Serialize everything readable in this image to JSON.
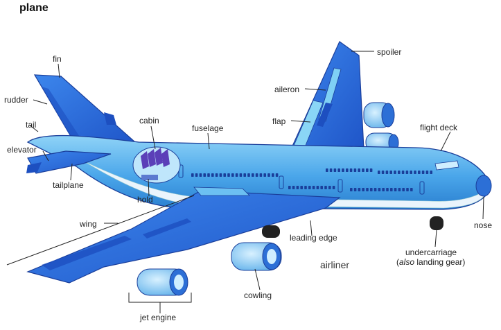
{
  "title": "plane",
  "caption": "airliner",
  "labels": {
    "fin": "fin",
    "rudder": "rudder",
    "tail": "tail",
    "elevator": "elevator",
    "tailplane": "tailplane",
    "cabin": "cabin",
    "hold": "hold",
    "fuselage": "fuselage",
    "spoiler": "spoiler",
    "aileron": "aileron",
    "flap": "flap",
    "flight_deck": "flight deck",
    "nose": "nose",
    "wing": "wing",
    "leading_edge": "leading edge",
    "undercarriage": "undercarriage",
    "also_prefix": "(",
    "also": "also",
    "landing_gear": " landing gear)",
    "cowling": "cowling",
    "jet_engine": "jet engine"
  },
  "colors": {
    "body_light": "#6cc0f2",
    "body_mid": "#4aa6ea",
    "wing_blue": "#2f6fe0",
    "wing_dark": "#1d4fc0",
    "belly": "#e9f3fb",
    "engine": "#9fd9f7",
    "line": "#222222"
  }
}
